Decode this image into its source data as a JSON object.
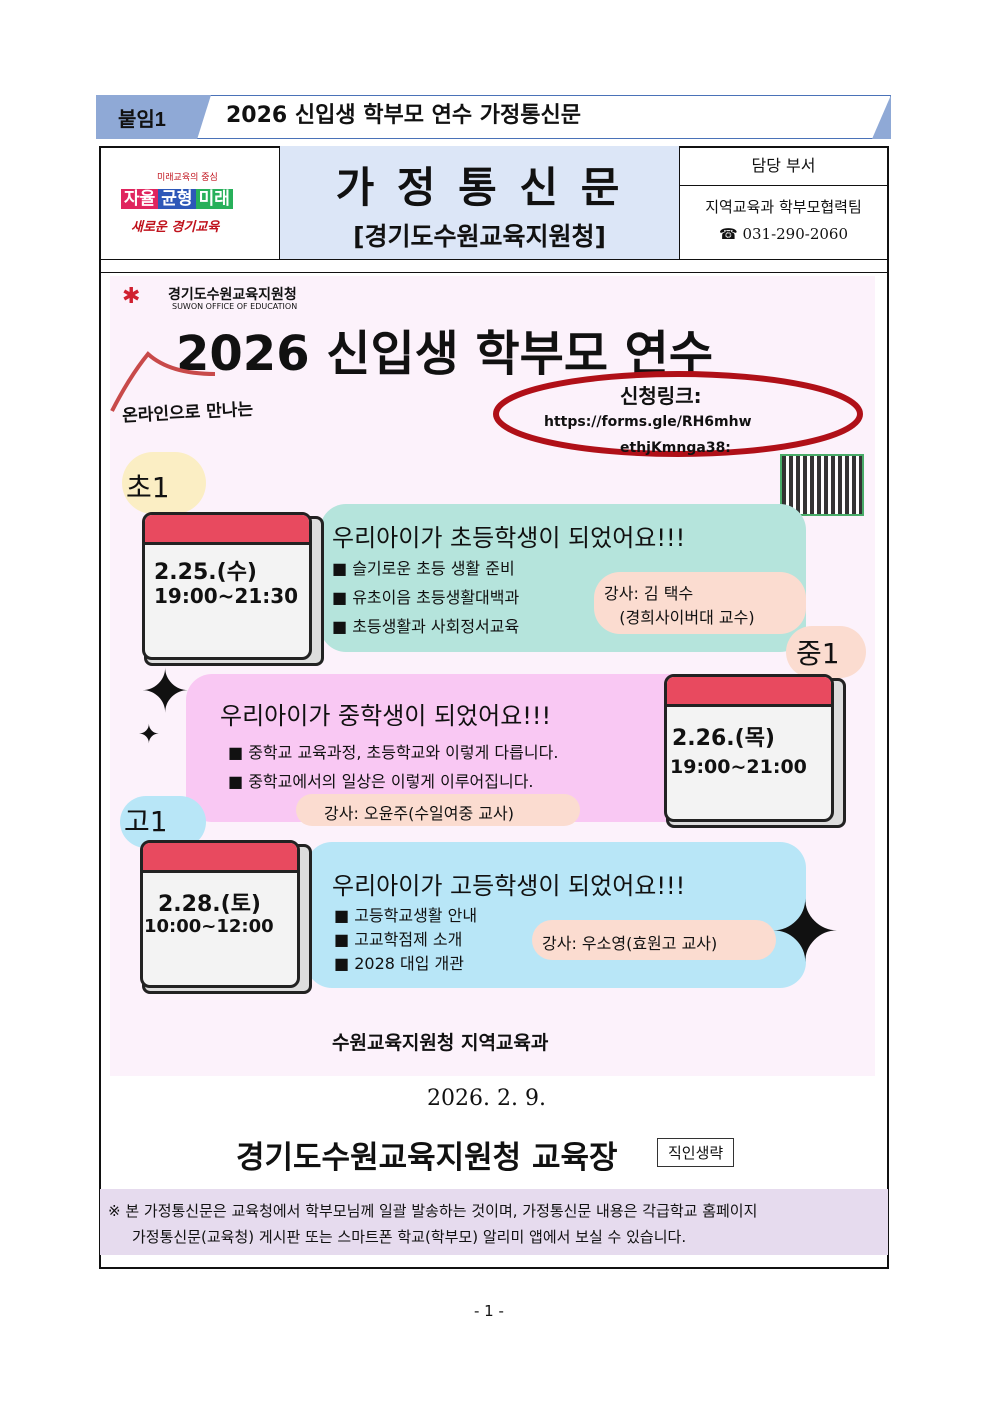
{
  "banner": {
    "tag": "붙임1",
    "title": "2026 신입생 학부모 연수 가정통신문"
  },
  "header": {
    "logo_top": "미래교육의 중심",
    "logo_words": [
      "자율",
      "균형",
      "미래"
    ],
    "logo_bottom": "새로운 경기교육",
    "title": "가 정 통 신 문",
    "subtitle": "[경기도수원교육지원청]",
    "dept_label": "담당 부서",
    "dept": "지역교육과 학부모협력팀",
    "phone": "031-290-2060"
  },
  "poster": {
    "org": "경기도수원교육지원청",
    "org_en": "SUWON OFFICE OF EDUCATION",
    "title": "2026 신입생 학부모 연수",
    "intro": "온라인으로 만나는",
    "link_label": "신청링크:",
    "link1": "https://forms.gle/RH6mhw",
    "link2": "ethjKmnga38:",
    "sessions": [
      {
        "badge": "초1",
        "date": "2.25.(수)",
        "time": "19:00~21:30",
        "heading": "우리아이가 초등학생이 되었어요!!!",
        "items": [
          "슬기로운 초등 생활 준비",
          "유초이음 초등생활대백과",
          "초등생활과 사회정서교육"
        ],
        "speaker": "강사: 김 택수",
        "speaker2": "(경희사이버대 교수)"
      },
      {
        "badge": "중1",
        "date": "2.26.(목)",
        "time": "19:00~21:00",
        "heading": "우리아이가 중학생이 되었어요!!!",
        "items": [
          "중학교 교육과정, 초등학교와 이렇게 다릅니다.",
          "중학교에서의 일상은 이렇게 이루어집니다."
        ],
        "speaker": "강사: 오윤주(수일여중 교사)"
      },
      {
        "badge": "고1",
        "date": "2.28.(토)",
        "time": "10:00~12:00",
        "heading": "우리아이가 고등학생이 되었어요!!!",
        "items": [
          "고등학교생활 안내",
          "고교학점제 소개",
          "2028 대입 개관"
        ],
        "speaker": "강사: 우소영(효원고 교사)"
      }
    ],
    "footer": "수원교육지원청 지역교육과"
  },
  "date": "2026. 2. 9.",
  "signer": "경기도수원교육지원청 교육장",
  "seal": "직인생략",
  "notice": [
    "※ 본 가정통신문은 교육청에서 학부모님께 일괄 발송하는 것이며, 가정통신문 내용은 각급학교 홈페이지",
    "가정통신문(교육청) 게시판 또는 스마트폰 학교(학부모) 알리미 앱에서 보실 수 있습니다."
  ],
  "page_number": "- 1 -",
  "colors": {
    "teal": "#b5e4dc",
    "pink": "#f9c8f3",
    "blue": "#b8e6f7",
    "peach": "#fbdcd0",
    "red": "#c0121c",
    "header_blue": "#dce6f7"
  }
}
